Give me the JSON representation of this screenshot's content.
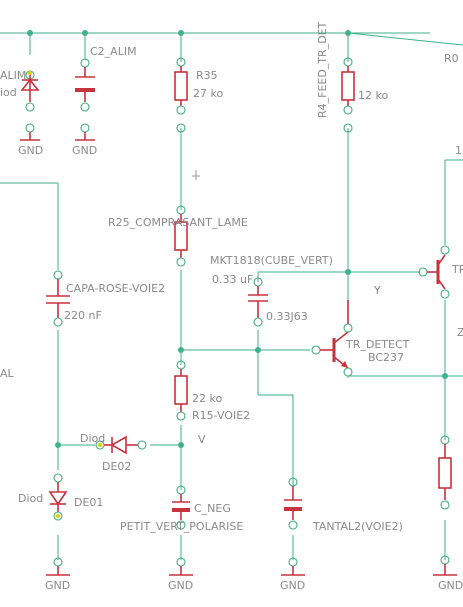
{
  "labels": {
    "c2_alim": "C2_ALIM",
    "r35": "R35",
    "r35_value": "27 ko",
    "r4": "R4_FEED_TR_DET",
    "r4_value": "12 ko",
    "r0": "R0",
    "alim_left": "ALIM",
    "diod_top": "iod",
    "gnd": "GND",
    "r25": "R25_COMPRASANT_LAME",
    "mkt": "MKT1818(CUBE_VERT)",
    "mkt_value": "0.33 uF",
    "capa_rose": "CAPA-ROSE-VOIE2",
    "capa_value": "220 nF",
    "c_value2": "0.33J63",
    "tr_detect": "TR_DETECT",
    "bc237": "BC237",
    "net_y": "Y",
    "net_v": "V",
    "net_z": "Z",
    "net_al": "AL",
    "r15_value": "22 ko",
    "r15": "R15-VOIE2",
    "diod_mid": "Diod",
    "de02": "DE02",
    "diod_low": "Diod",
    "de01": "DE01",
    "c_neg": "C_NEG",
    "petit_vert": "PETIT_VERT_POLARISE",
    "tantal": "TANTAL2(VOIE2)",
    "tr_right": "TR",
    "top_right": "1"
  }
}
